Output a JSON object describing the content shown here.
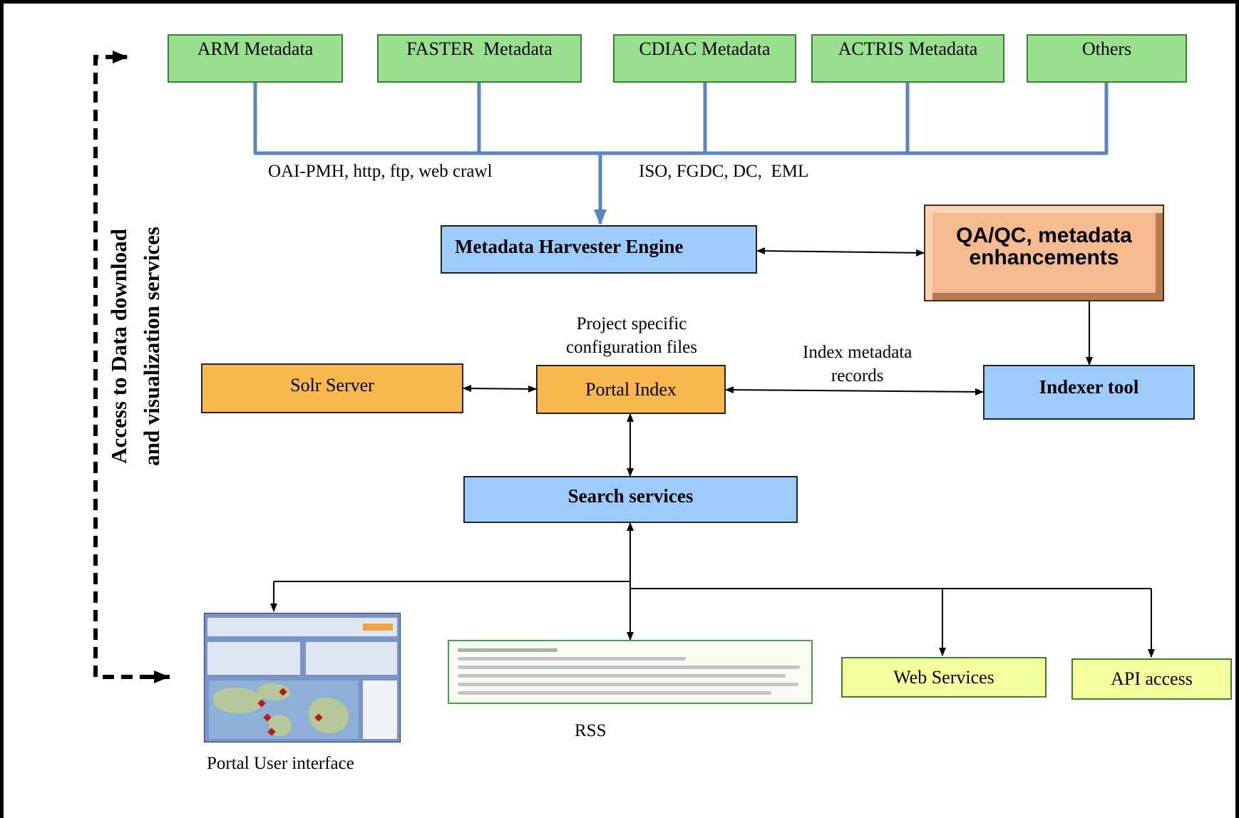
{
  "sources": [
    "ARM Metadata",
    "FASTER  Metadata",
    "CDIAC Metadata",
    "ACTRIS Metadata",
    "Others"
  ],
  "protocols_label": "OAI-PMH, http, ftp, web crawl",
  "formats_label": "ISO, FGDC, DC,  EML",
  "harvester": "Metadata Harvester Engine",
  "qa": [
    "QA/QC, metadata",
    "enhancements"
  ],
  "config_label": [
    "Project specific",
    "configuration files"
  ],
  "solr": "Solr Server",
  "portal_index": "Portal Index",
  "index_label": [
    "Index metadata",
    "records"
  ],
  "indexer": "Indexer tool",
  "search": "Search services",
  "outputs": {
    "portal_ui": "Portal User interface",
    "rss": "RSS",
    "web_services": "Web Services",
    "api": "API access"
  },
  "side_label": [
    "Access to Data download",
    "and visualization services"
  ],
  "colors": {
    "source_fill": "#98e08e",
    "service_fill": "#9ccbfc",
    "index_fill": "#f9b84f",
    "qa_fill": "#f5ba8f",
    "output_fill": "#f6ff9e",
    "trunk": "#5a86bd"
  }
}
